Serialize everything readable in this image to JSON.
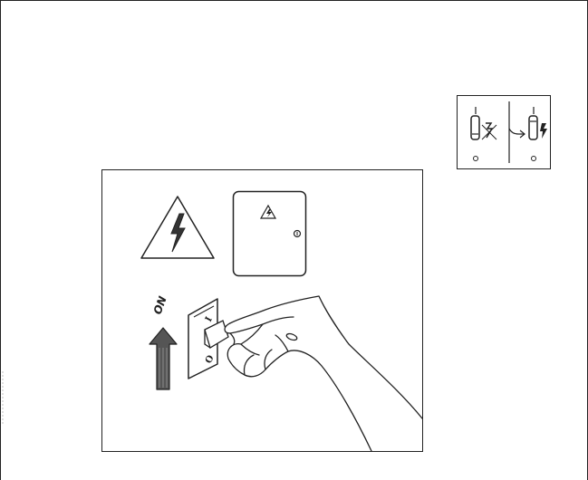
{
  "figure": {
    "description_free_note": "",
    "inset_panel": {
      "left_icon": "switch-off-no-power-icon",
      "arrow_icon": "transition-arrow-icon",
      "right_icon": "switch-on-power-icon"
    },
    "main_panel": {
      "warning_icon": "high-voltage-warning-icon",
      "cabinet_icon": "electrical-cabinet-icon",
      "switch": {
        "on_label": "I",
        "off_label": "O"
      },
      "arrow_label": "ON",
      "hand_icon": "hand-icon"
    }
  }
}
